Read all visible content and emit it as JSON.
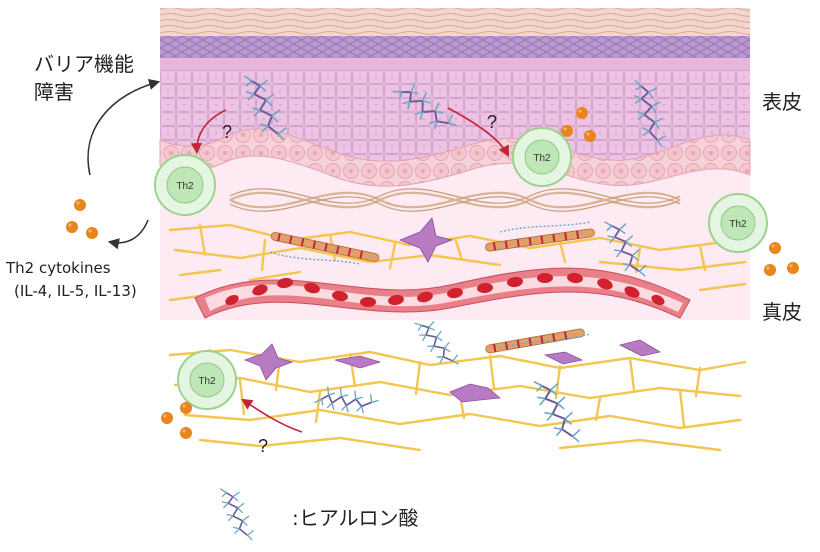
{
  "labels": {
    "barrier_line1": "バリア機能",
    "barrier_line2": "障害",
    "epidermis": "表皮",
    "dermis": "真皮",
    "cytokines_line1": "Th2 cytokines",
    "cytokines_line2": "(IL-4, IL-5, IL-13)",
    "question": "?",
    "th2": "Th2",
    "legend": ":ヒアルロン酸"
  },
  "colors": {
    "stratum_corneum": "#f0c9bd",
    "stratum_purple": "#b898cf",
    "epidermis_pink": "#edc3e4",
    "basal_cells": "#f4c7cf",
    "dermis_bg": "#fdeaf3",
    "collagen_tan": "#d8b394",
    "fiber_yellow": "#f3c651",
    "vessel_wall": "#e97f88",
    "vessel_lumen": "#fbdbe0",
    "rbc": "#d0212f",
    "th2_cell_fill": "#cdeec9",
    "th2_cell_ring": "#9cd28e",
    "cytokine_orange": "#e8851c",
    "hyaluronic_blue": "#6ea6c4",
    "arrow_red": "#c0263a",
    "arrow_dark": "#333333",
    "fibroblast_purple": "#b87ac3"
  }
}
